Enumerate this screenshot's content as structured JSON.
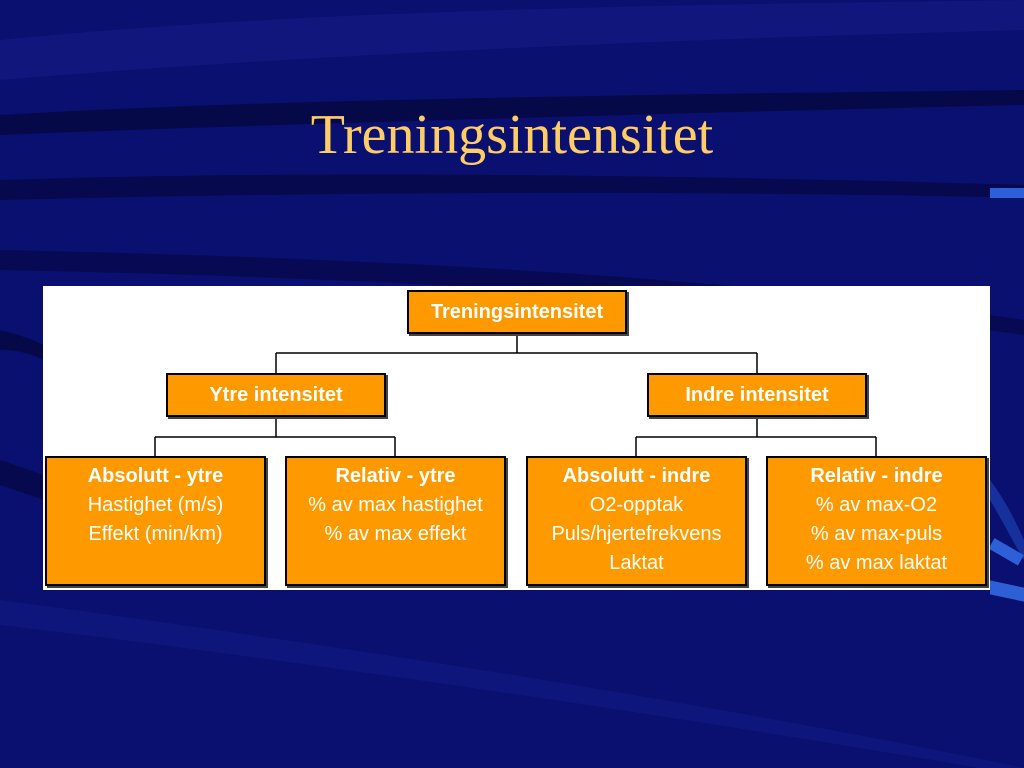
{
  "slide": {
    "title": "Treningsintensitet"
  },
  "diagram": {
    "root": {
      "label": "Treningsintensitet"
    },
    "branches": [
      {
        "label": "Ytre intensitet",
        "children": [
          {
            "head": "Absolutt - ytre",
            "lines": [
              "Hastighet (m/s)",
              "Effekt (min/km)"
            ]
          },
          {
            "head": "Relativ - ytre",
            "lines": [
              "% av max hastighet",
              "% av max effekt"
            ]
          }
        ]
      },
      {
        "label": "Indre intensitet",
        "children": [
          {
            "head": "Absolutt - indre",
            "lines": [
              "O2-opptak",
              "Puls/hjertefrekvens",
              "Laktat"
            ]
          },
          {
            "head": "Relativ - indre",
            "lines": [
              "% av max-O2",
              "% av max-puls",
              "% av max laktat"
            ]
          }
        ]
      }
    ]
  },
  "colors": {
    "background": "#0a1070",
    "title": "#ffcc66",
    "box_fill": "#ff9900",
    "box_text": "#ffffff",
    "panel": "#ffffff"
  }
}
